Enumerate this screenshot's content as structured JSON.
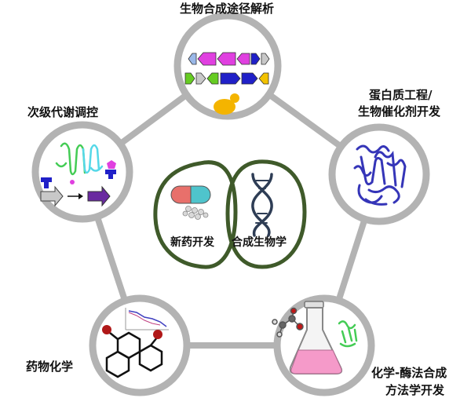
{
  "nodes": {
    "top": {
      "label": "生物合成途径解析"
    },
    "upper_right": {
      "label_line1": "蛋白质工程/",
      "label_line2": "生物催化剂开发"
    },
    "lower_right": {
      "label_line1": "化学-酶法合成",
      "label_line2": "方法学开发"
    },
    "lower_left": {
      "label": "药物化学"
    },
    "upper_left": {
      "label": "次级代谢调控"
    }
  },
  "center": {
    "left_label": "新药开发",
    "right_label": "合成生物学"
  },
  "colors": {
    "ring": "#b3b3b3",
    "ring_edge": "#8f8f8f",
    "center_outline": "#3f5a2a",
    "capsule_red": "#e8706b",
    "capsule_teal": "#4fc4cc",
    "dna": "#2e3d55",
    "flask_liquid": "#f59ac9",
    "arrow_blue": "#2020c8",
    "arrow_magenta": "#e040e0",
    "arrow_green": "#66cc22",
    "arrow_yellow": "#f2c200",
    "arrow_gray": "#c8c8c8",
    "arrow_purple": "#6a2aa0",
    "protein_blue": "#3535b8",
    "protein_green": "#44cc55",
    "protein_cyan": "#55d8e8",
    "yeast_yellow": "#f4b400",
    "atom_red": "#b01818"
  },
  "icons": {
    "top": "gene-cluster-icon",
    "upper_right": "protein-structure-icon",
    "lower_right": "flask-icon",
    "lower_left": "molecule-chart-icon",
    "upper_left": "metabolic-regulation-icon",
    "center_left": "capsule-icon",
    "center_right": "dna-icon"
  }
}
